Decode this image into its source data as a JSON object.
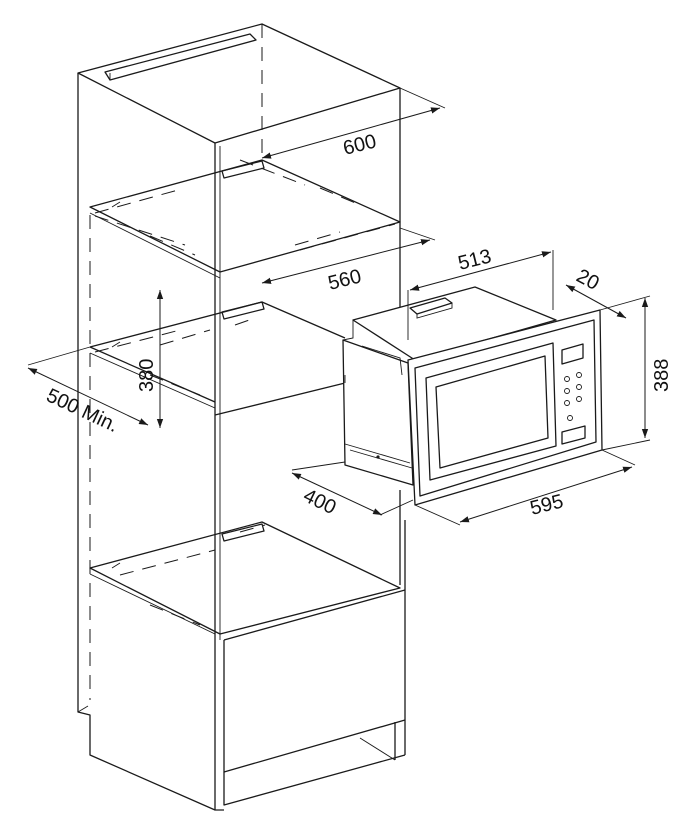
{
  "dimensions": {
    "cabinet_depth": "600",
    "niche_width": "560",
    "niche_height": "380",
    "side_depth_min": "500 Min.",
    "oven_body_width": "513",
    "frame_depth": "20",
    "frame_height": "388",
    "oven_depth": "400",
    "frame_width": "595"
  },
  "colors": {
    "line": "#1a1a1a",
    "background": "#ffffff",
    "text": "#111111"
  }
}
